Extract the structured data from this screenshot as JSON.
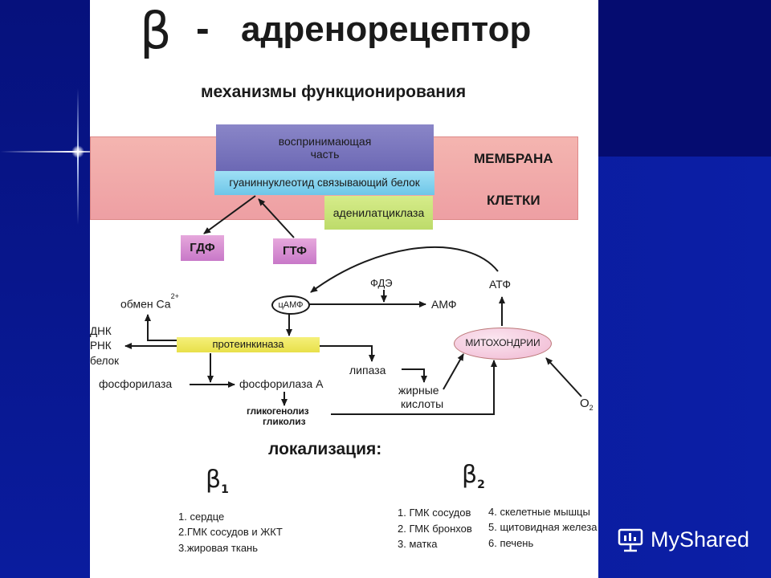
{
  "title": {
    "symbol": "β",
    "dash": "-",
    "text": "адренорецептор"
  },
  "subtitle": "механизмы функционирования",
  "membrane": {
    "label_line1": "МЕМБРАНА",
    "label_line2": "КЛЕТКИ",
    "color": "#f0a8a8"
  },
  "boxes": {
    "perceiving_line1": "воспринимающая",
    "perceiving_line2": "часть",
    "gprotein": "гуаниннуклеотид связывающий белок",
    "adenylate": "аденилатциклаза",
    "gdp": "ГДФ",
    "gtp": "ГТФ",
    "camp": "цАМФ",
    "proteinkinase": "протеинкиназа",
    "mitochondria": "МИТОХОНДРИИ"
  },
  "labels": {
    "pde": "ФДЭ",
    "amp": "АМФ",
    "atp": "АТФ",
    "ca_exchange": "обмен Са",
    "ca_charge": "2+",
    "dna": "ДНК",
    "rna": "РНК",
    "protein": "белок",
    "lipase": "липаза",
    "fatty_line1": "жирные",
    "fatty_line2": "кислоты",
    "phosphorylase": "фосфорилаза",
    "phosphorylase_a": "фосфорилаза А",
    "glycogenolysis": "гликогенолиз",
    "glycolysis": "гликолиз",
    "o2": "О",
    "o2_sub": "2"
  },
  "localization": {
    "heading": "локализация:",
    "beta1": {
      "symbol": "β",
      "sub": "1",
      "items": [
        "1. сердце",
        "2.ГМК сосудов и ЖКТ",
        "3.жировая ткань"
      ]
    },
    "beta2": {
      "symbol": "β",
      "sub": "2",
      "items_left": [
        "1. ГМК сосудов",
        "2. ГМК бронхов",
        "3. матка"
      ],
      "items_right": [
        "4. скелетные мышцы",
        "5. щитовидная железа",
        "6. печень"
      ]
    }
  },
  "logo": {
    "text": "MyShared"
  }
}
